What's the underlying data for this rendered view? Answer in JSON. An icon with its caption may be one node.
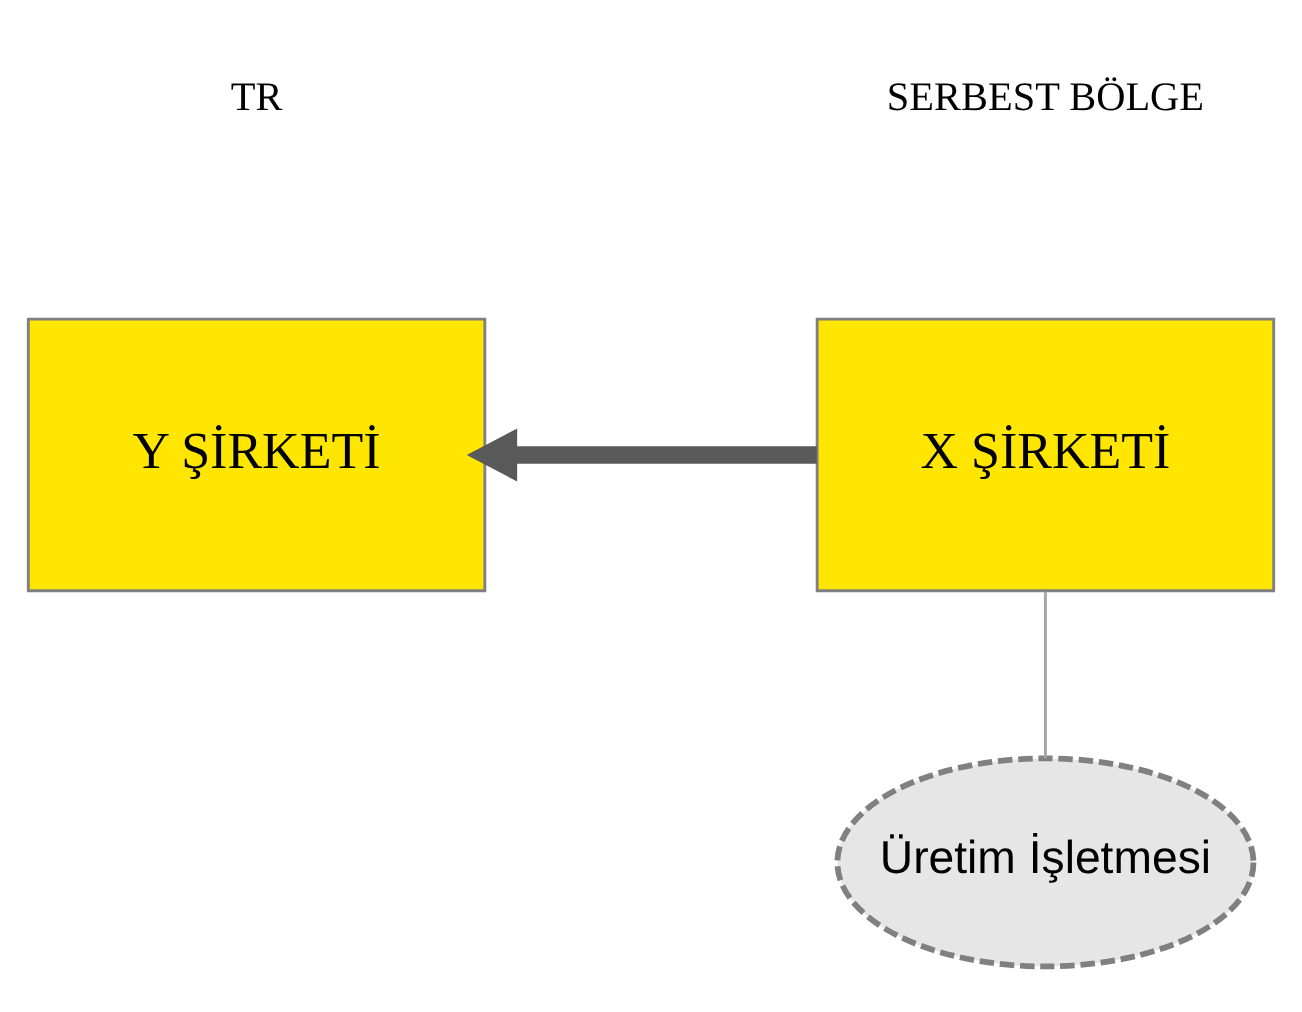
{
  "diagram": {
    "nodes": [
      {
        "text": [
          "Y ŞİRKETİ"
        ]
      },
      {
        "text": [
          "X ŞİRKETİ"
        ]
      },
      {
        "text": [
          "Üretim İşletmesi"
        ]
      }
    ],
    "edges": [
      {
        "from": 1,
        "to": 0,
        "arrow": "to",
        "style": "thick",
        "color": "#595959"
      },
      {
        "from": 1,
        "to": 2,
        "arrow": "none"
      }
    ],
    "labels": [
      "TR",
      "SERBEST BÖLGE"
    ]
  }
}
